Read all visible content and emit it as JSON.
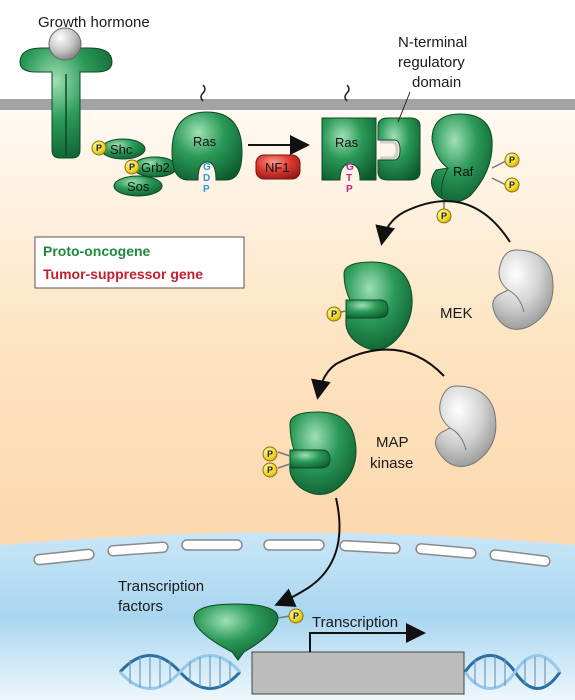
{
  "labels": {
    "growth_hormone": "Growth hormone",
    "n_terminal_line1": "N-terminal",
    "n_terminal_line2": "regulatory",
    "n_terminal_line3": "domain",
    "shc": "Shc",
    "grb2": "Grb2",
    "sos": "Sos",
    "ras_left": "Ras",
    "ras_right": "Ras",
    "raf": "Raf",
    "nf1": "NF1",
    "mek": "MEK",
    "map_line1": "MAP",
    "map_line2": "kinase",
    "tf_line1": "Transcription",
    "tf_line2": "factors",
    "transcription": "Transcription",
    "phosphate": "P"
  },
  "nucleotides": {
    "gdp": [
      "G",
      "D",
      "P"
    ],
    "gtp": [
      "G",
      "T",
      "P"
    ]
  },
  "legend": {
    "proto_oncogene": "Proto-oncogene",
    "tumor_suppressor": "Tumor-suppressor gene"
  },
  "colors": {
    "protein_green": "#1e8a4a",
    "oncogene_text": "#1f8a3e",
    "suppressor_text": "#c4202e",
    "nf1_red": "#d8382e",
    "inactive_gray": "#c8c8c8",
    "phosphate_yellow": "#f2d82a",
    "gdp_blue": "#2a9bd6",
    "gtp_magenta": "#c4208a"
  }
}
